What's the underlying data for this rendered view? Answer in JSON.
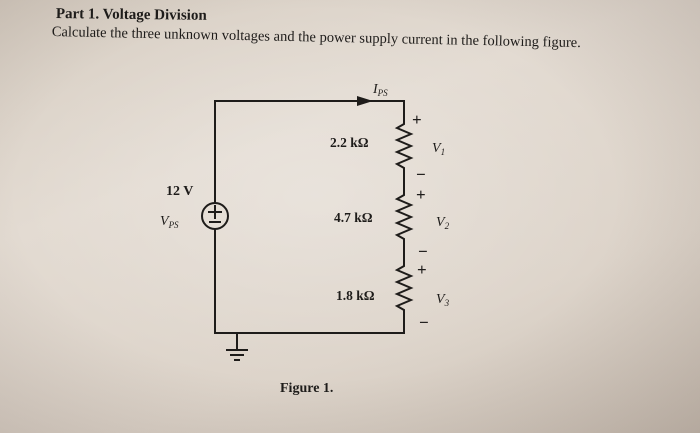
{
  "heading": "Part 1. Voltage Division",
  "instruction": "Calculate the three unknown voltages and the power supply current in the following figure.",
  "figure": {
    "caption": "Figure 1.",
    "current_label": {
      "main": "I",
      "sub": "PS"
    },
    "supply_voltage": "12 V",
    "supply_label": {
      "main": "V",
      "sub": "PS"
    },
    "resistors": [
      {
        "value": "2.2 kΩ",
        "voltage": {
          "main": "V",
          "sub": "1"
        }
      },
      {
        "value": "4.7 kΩ",
        "voltage": {
          "main": "V",
          "sub": "2"
        }
      },
      {
        "value": "1.8 kΩ",
        "voltage": {
          "main": "V",
          "sub": "3"
        }
      }
    ],
    "plus_sign": "+",
    "minus_sign": "−"
  },
  "colors": {
    "ink": "#1e1c1a",
    "paper": "#e3dbd2"
  }
}
